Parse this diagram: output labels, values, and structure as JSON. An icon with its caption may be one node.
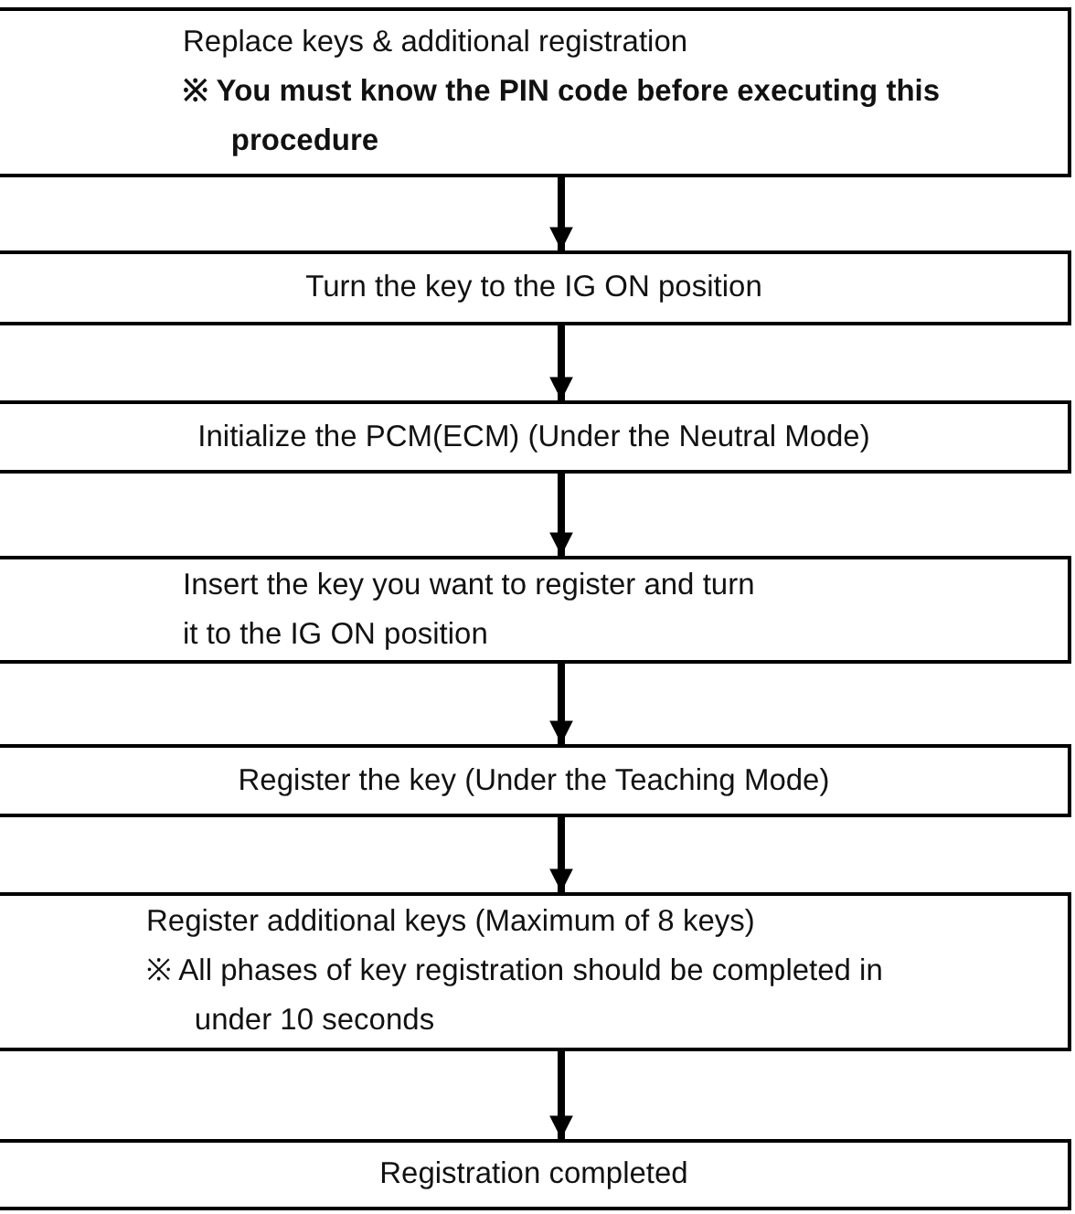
{
  "diagram": {
    "nodes": [
      {
        "text": [
          "Replace keys & additional registration",
          "※ You must know the PIN code before executing this procedure"
        ]
      },
      {
        "text": [
          "Turn the key to the IG ON position"
        ]
      },
      {
        "text": [
          "Initialize the PCM(ECM) (Under the Neutral Mode)"
        ]
      },
      {
        "text": [
          "Insert the key you want to register and turn it to the IG ON position"
        ]
      },
      {
        "text": [
          "Register the key (Under the Teaching Mode)"
        ]
      },
      {
        "text": [
          "Register additional keys (Maximum of 8 keys)",
          "※ All phases of key registration should be completed in under 10 seconds"
        ]
      },
      {
        "text": [
          "Registration completed"
        ]
      }
    ],
    "edges": [
      {
        "from": 0,
        "to": 1,
        "arrow": "to"
      },
      {
        "from": 1,
        "to": 2,
        "arrow": "to"
      },
      {
        "from": 2,
        "to": 3,
        "arrow": "to"
      },
      {
        "from": 3,
        "to": 4,
        "arrow": "to"
      },
      {
        "from": 4,
        "to": 5,
        "arrow": "to"
      },
      {
        "from": 5,
        "to": 6,
        "arrow": "to"
      }
    ]
  }
}
